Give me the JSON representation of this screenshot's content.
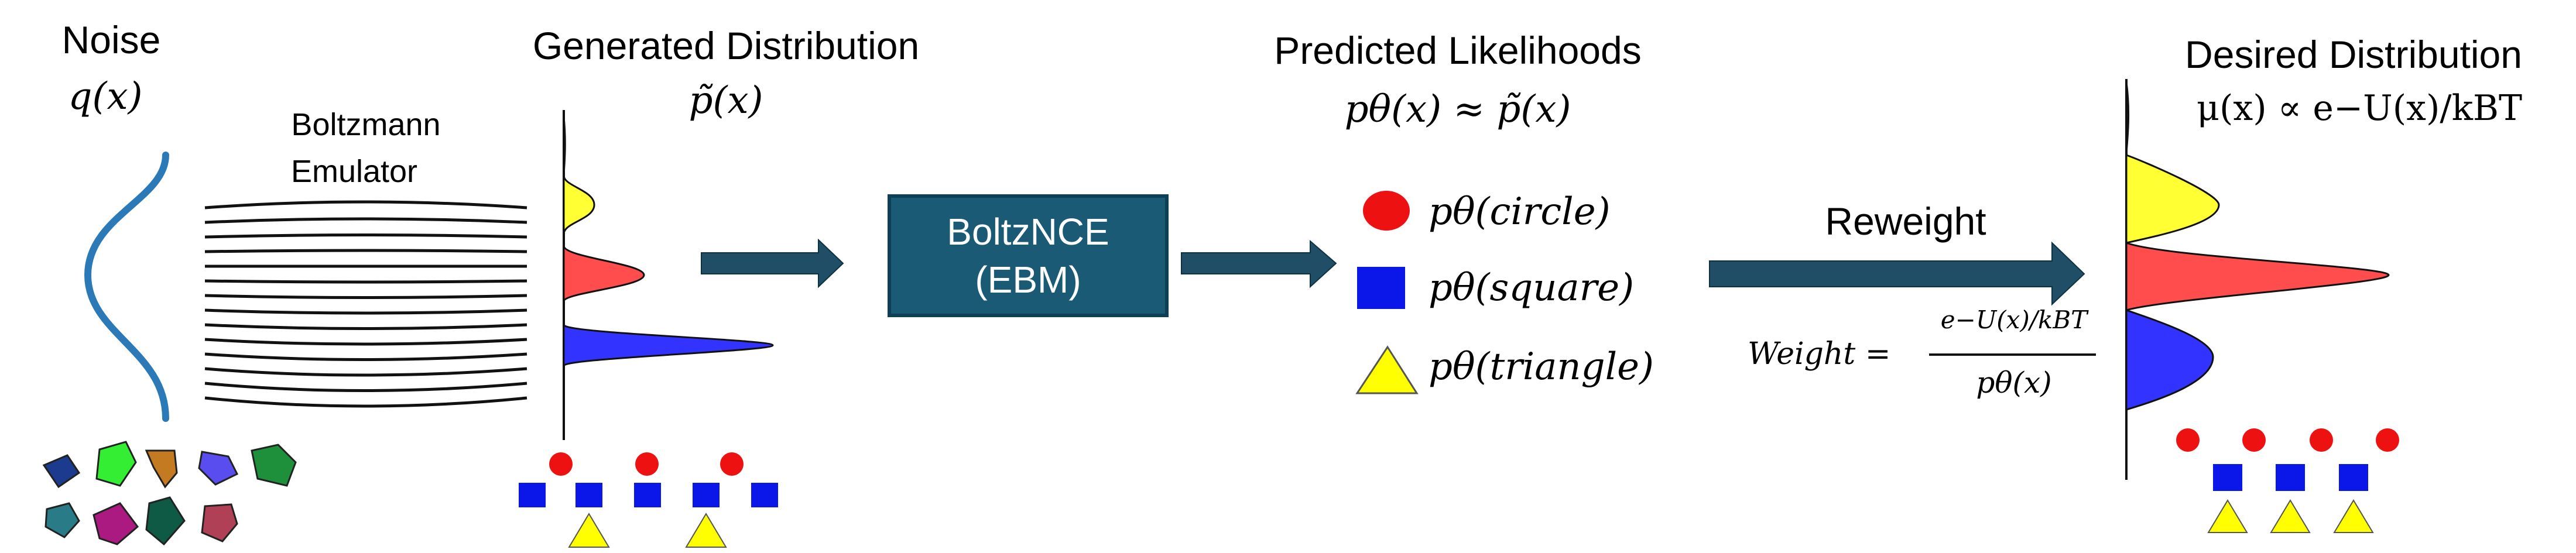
{
  "noise": {
    "title": "Noise",
    "formula": "q(x)"
  },
  "emulator": {
    "line1": "Boltzmann",
    "line2": "Emulator"
  },
  "generated": {
    "title": "Generated Distribution",
    "formula": "p̃(x)"
  },
  "ebm_box": {
    "line1": "BoltzNCE",
    "line2": "(EBM)"
  },
  "predicted": {
    "title": "Predicted Likelihoods",
    "formula": "pθ(x) ≈ p̃(x)",
    "items": [
      "pθ(circle)",
      "pθ(square)",
      "pθ(triangle)"
    ]
  },
  "reweight": {
    "label": "Reweight",
    "weight_lhs": "Weight =",
    "numerator": "e−U(x)/kBT",
    "denominator": "pθ(x)"
  },
  "desired": {
    "title": "Desired Distribution",
    "formula": "μ(x) ∝ e−U(x)/kBT"
  },
  "colors": {
    "arrow": "#1f4e66",
    "box": "#1a5a75",
    "curve": "#2b7ab7",
    "yellow": "#ffff33",
    "red": "#ff4d4d",
    "blue": "#3333ff",
    "marker_red": "#ee1111",
    "marker_blue": "#0a17e8"
  }
}
